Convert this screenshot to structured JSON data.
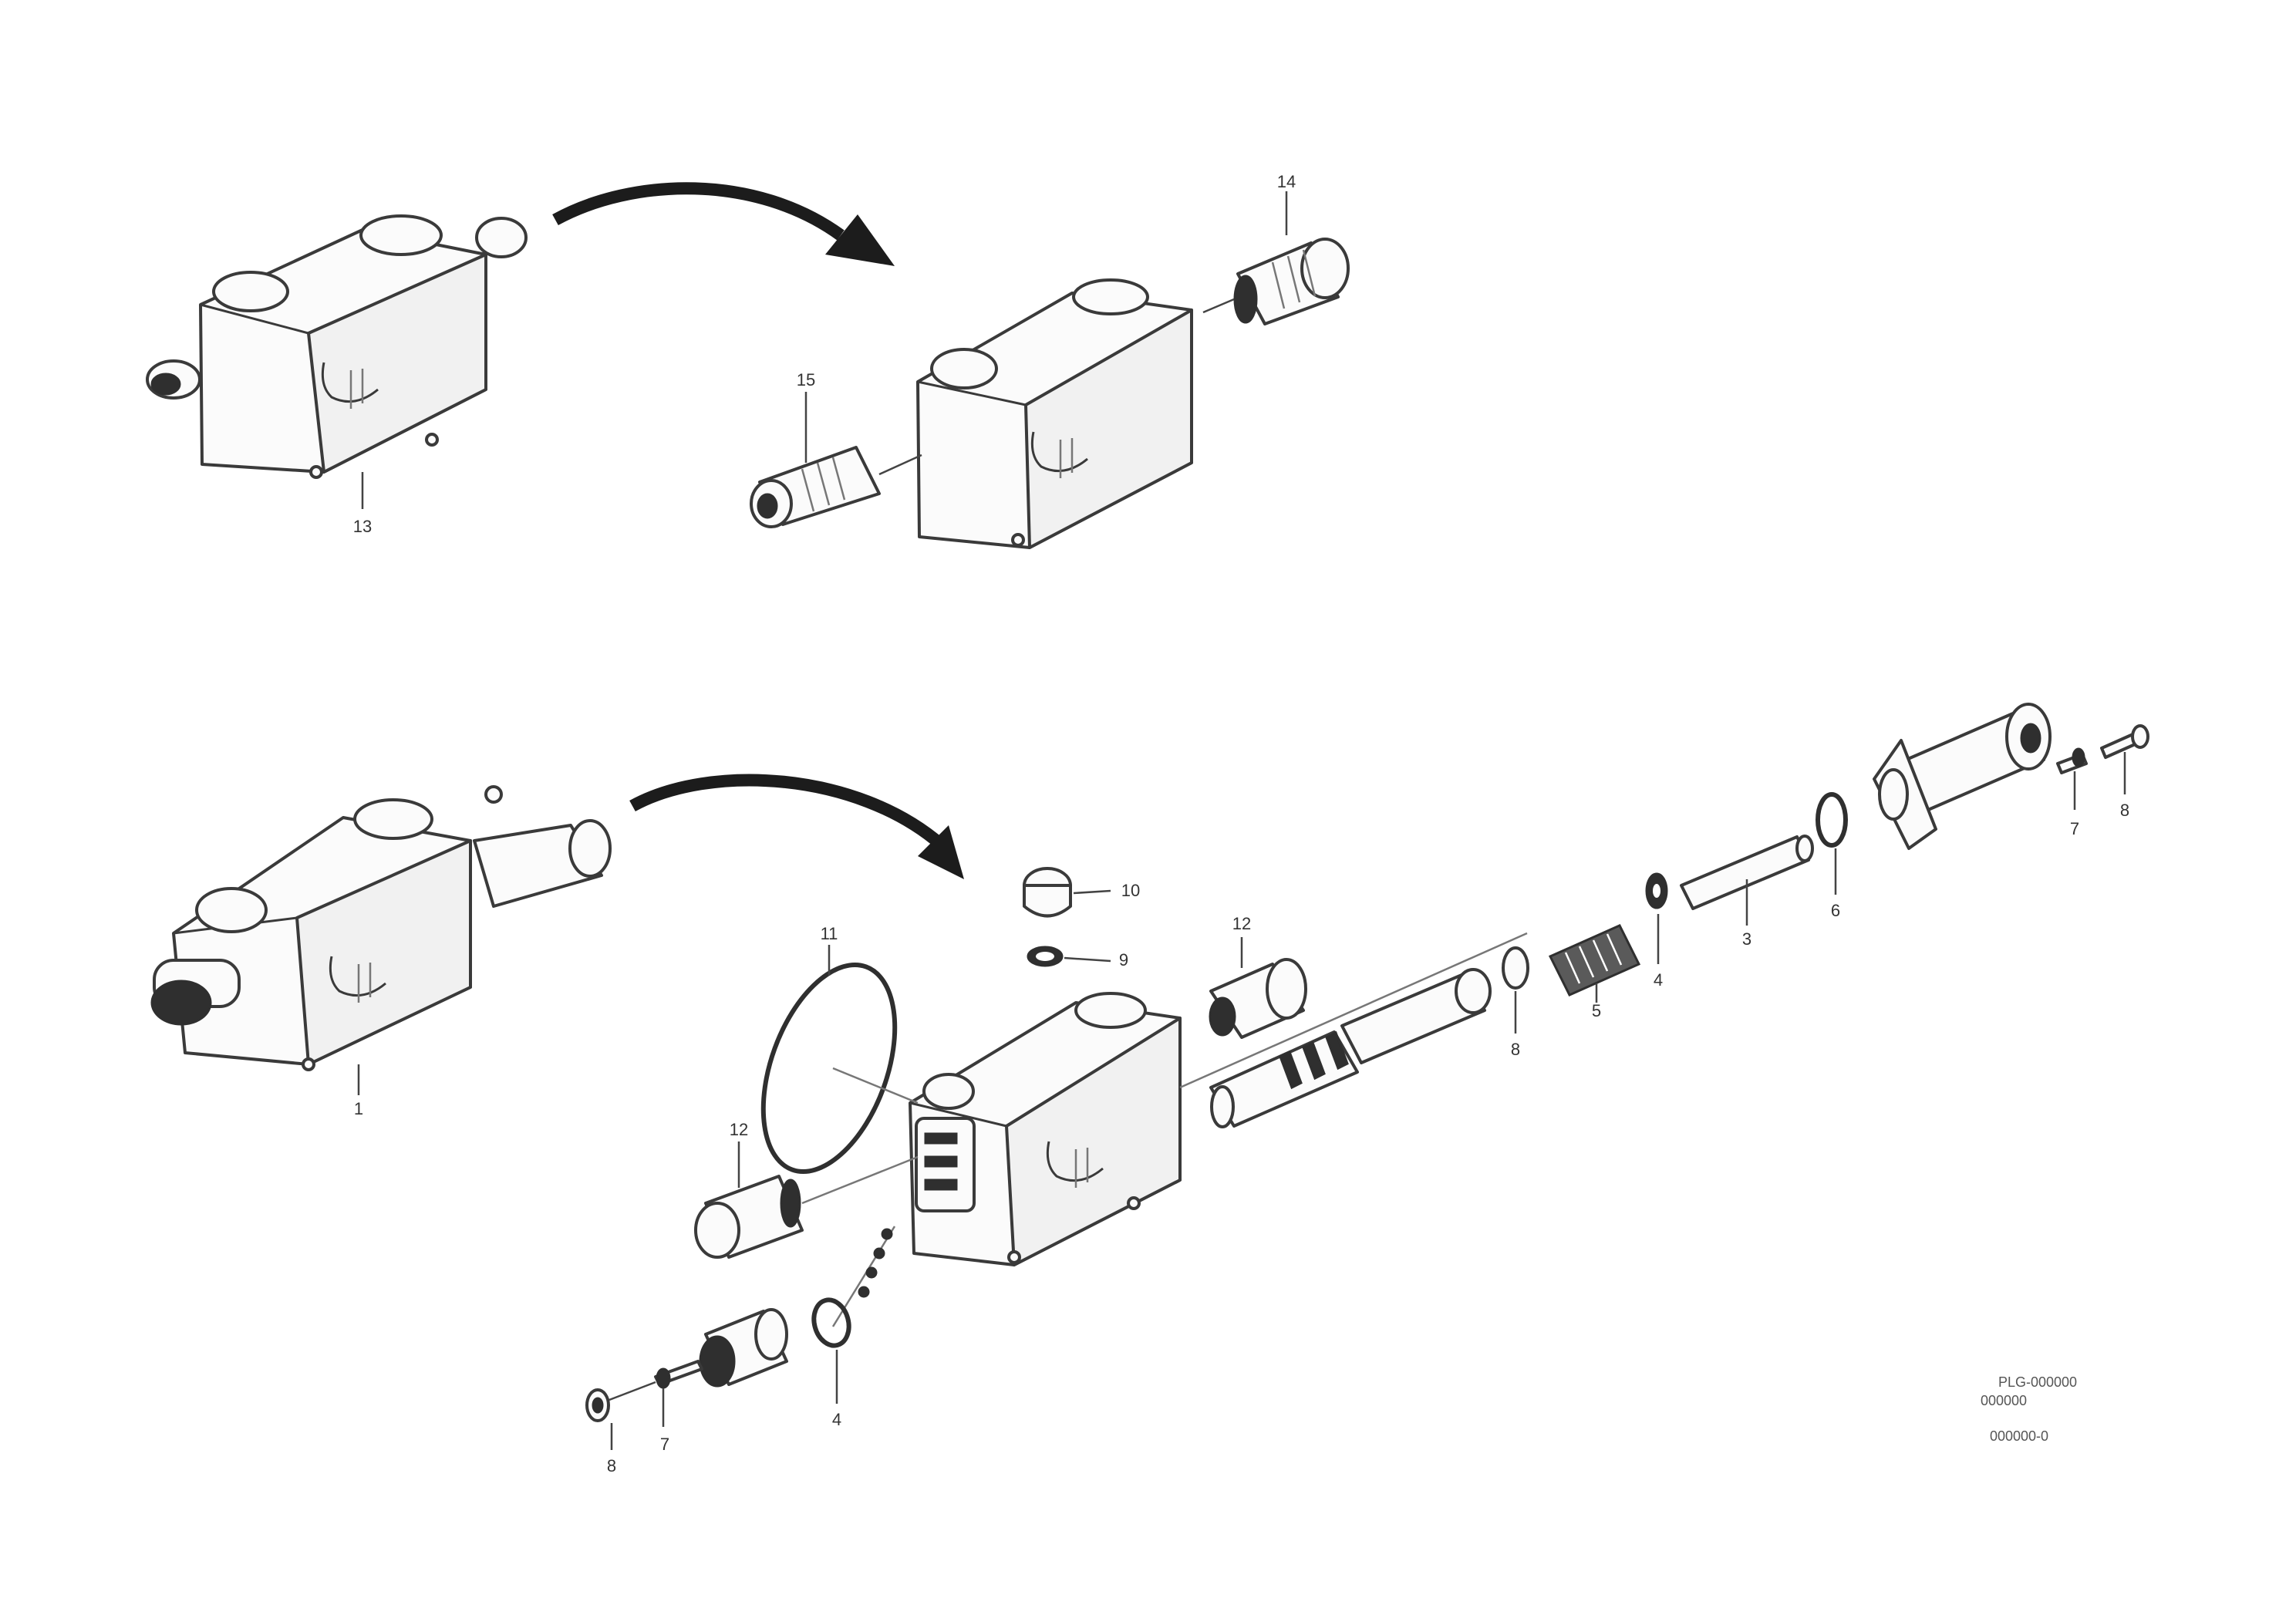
{
  "labels": {
    "top_left_body": "13",
    "top_right_pilot": "14",
    "top_left_pilot": "15",
    "bottom_left_body": "1",
    "cap_top": "10",
    "ring_under_cap": "9",
    "large_oring": "11",
    "relief_valve_right": "12",
    "relief_valve_left": "12",
    "spool_ring": "8",
    "spring": "5",
    "washer": "4",
    "spool_stem": "3",
    "stem_oring": "6",
    "end_cover_bolt_a": "7",
    "end_cover_bolt_b": "8",
    "bottom_oring": "4",
    "bottom_cap_screw_a": "7",
    "bottom_cap_screw_b": "8"
  },
  "reference_code": [
    "PLG-000000",
    "000000",
    "000000-0"
  ]
}
